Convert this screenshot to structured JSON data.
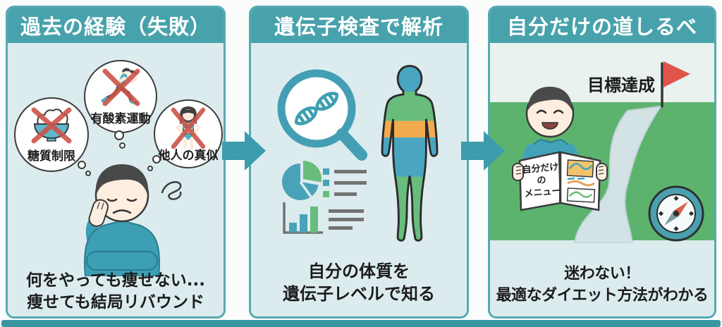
{
  "colors": {
    "header_teal": "#48a2ac",
    "panel_bg": "#dcecee",
    "panel_border": "#55aab3",
    "arrow_teal": "#3d9cae",
    "cross_red": "#cd5449",
    "field_green": "#5cb36d",
    "flag_red": "#e0544a",
    "body_teal": "#4aa5c0",
    "body_green": "#68bc7c",
    "body_orange": "#f2ab4e"
  },
  "panels": [
    {
      "title": "過去の経験（失敗）",
      "bubbles": [
        {
          "label": "糖質制限",
          "icon": "rice-bowl-icon"
        },
        {
          "label": "有酸素運動",
          "icon": "runner-icon"
        },
        {
          "label": "他人の真似",
          "icon": "swimsuit-woman-icon"
        }
      ],
      "caption_line1": "何をやっても痩せない...",
      "caption_line2": "痩せても結局リバウンド"
    },
    {
      "title": "遺伝子検査で解析",
      "caption_line1": "自分の体質を",
      "caption_line2": "遺伝子レベルで知る"
    },
    {
      "title": "自分だけの道しるべ",
      "goal_label": "目標達成",
      "booklet_line1": "自分だけの",
      "booklet_line2": "メニュー",
      "caption_line1": "迷わない！",
      "caption_line2": "最適なダイエット方法がわかる"
    }
  ]
}
